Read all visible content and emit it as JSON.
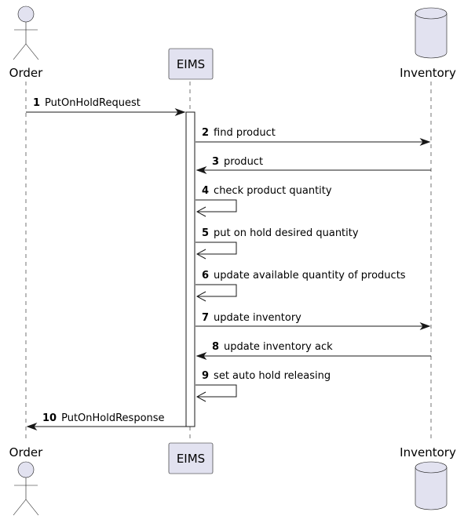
{
  "participants": {
    "order": {
      "label": "Order",
      "kind": "actor"
    },
    "eims": {
      "label": "EIMS",
      "kind": "participant"
    },
    "inventory": {
      "label": "Inventory",
      "kind": "database"
    }
  },
  "colors": {
    "participant_fill": "#E2E2F0",
    "line": "#181818",
    "background": "#FFFFFF"
  },
  "messages": [
    {
      "num": "1",
      "text": "PutOnHoldRequest",
      "from": "order",
      "to": "eims",
      "type": "call"
    },
    {
      "num": "2",
      "text": "find product",
      "from": "eims",
      "to": "inventory",
      "type": "call"
    },
    {
      "num": "3",
      "text": "product",
      "from": "inventory",
      "to": "eims",
      "type": "call"
    },
    {
      "num": "4",
      "text": "check product quantity",
      "from": "eims",
      "to": "eims",
      "type": "self"
    },
    {
      "num": "5",
      "text": "put on hold desired quantity",
      "from": "eims",
      "to": "eims",
      "type": "self"
    },
    {
      "num": "6",
      "text": "update available quantity of products",
      "from": "eims",
      "to": "eims",
      "type": "self"
    },
    {
      "num": "7",
      "text": "update inventory",
      "from": "eims",
      "to": "inventory",
      "type": "call"
    },
    {
      "num": "8",
      "text": "update inventory ack",
      "from": "inventory",
      "to": "eims",
      "type": "call"
    },
    {
      "num": "9",
      "text": "set auto hold releasing",
      "from": "eims",
      "to": "eims",
      "type": "self"
    },
    {
      "num": "10",
      "text": "PutOnHoldResponse",
      "from": "eims",
      "to": "order",
      "type": "call"
    }
  ]
}
